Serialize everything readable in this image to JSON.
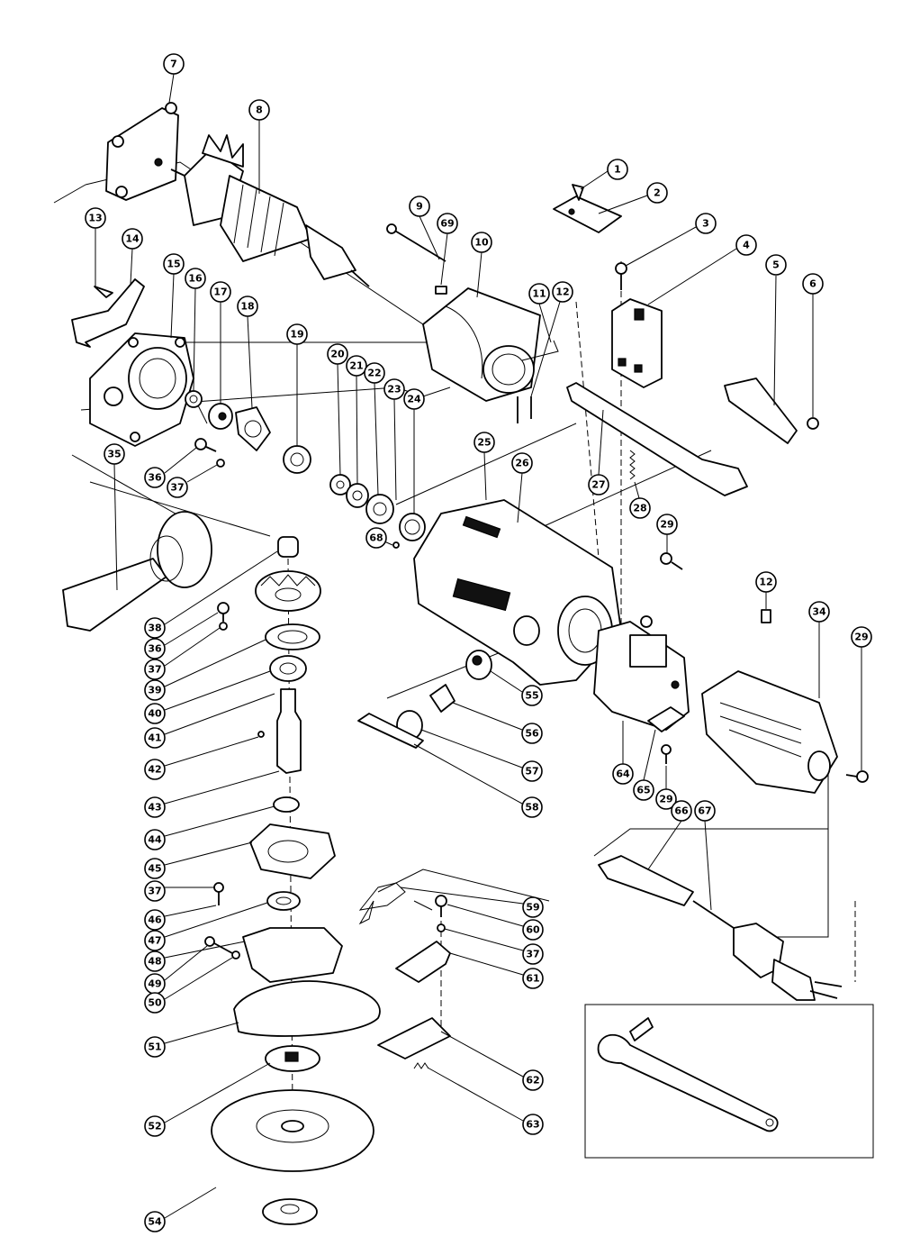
{
  "diagram": {
    "callouts": [
      {
        "label": "1"
      },
      {
        "label": "2"
      },
      {
        "label": "3"
      },
      {
        "label": "4"
      },
      {
        "label": "5"
      },
      {
        "label": "6"
      },
      {
        "label": "7"
      },
      {
        "label": "8"
      },
      {
        "label": "9"
      },
      {
        "label": "69"
      },
      {
        "label": "10"
      },
      {
        "label": "11"
      },
      {
        "label": "12"
      },
      {
        "label": "13"
      },
      {
        "label": "14"
      },
      {
        "label": "15"
      },
      {
        "label": "16"
      },
      {
        "label": "17"
      },
      {
        "label": "18"
      },
      {
        "label": "19"
      },
      {
        "label": "20"
      },
      {
        "label": "21"
      },
      {
        "label": "22"
      },
      {
        "label": "23"
      },
      {
        "label": "24"
      },
      {
        "label": "25"
      },
      {
        "label": "26"
      },
      {
        "label": "27"
      },
      {
        "label": "28"
      },
      {
        "label": "29"
      },
      {
        "label": "12"
      },
      {
        "label": "34"
      },
      {
        "label": "29"
      },
      {
        "label": "35"
      },
      {
        "label": "36"
      },
      {
        "label": "37"
      },
      {
        "label": "68"
      },
      {
        "label": "38"
      },
      {
        "label": "36"
      },
      {
        "label": "37"
      },
      {
        "label": "39"
      },
      {
        "label": "40"
      },
      {
        "label": "41"
      },
      {
        "label": "42"
      },
      {
        "label": "43"
      },
      {
        "label": "44"
      },
      {
        "label": "45"
      },
      {
        "label": "37"
      },
      {
        "label": "46"
      },
      {
        "label": "47"
      },
      {
        "label": "48"
      },
      {
        "label": "49"
      },
      {
        "label": "50"
      },
      {
        "label": "51"
      },
      {
        "label": "52"
      },
      {
        "label": "54"
      },
      {
        "label": "55"
      },
      {
        "label": "56"
      },
      {
        "label": "57"
      },
      {
        "label": "58"
      },
      {
        "label": "64"
      },
      {
        "label": "65"
      },
      {
        "label": "29"
      },
      {
        "label": "66"
      },
      {
        "label": "67"
      },
      {
        "label": "59"
      },
      {
        "label": "60"
      },
      {
        "label": "37"
      },
      {
        "label": "61"
      },
      {
        "label": "62"
      },
      {
        "label": "63"
      }
    ]
  }
}
